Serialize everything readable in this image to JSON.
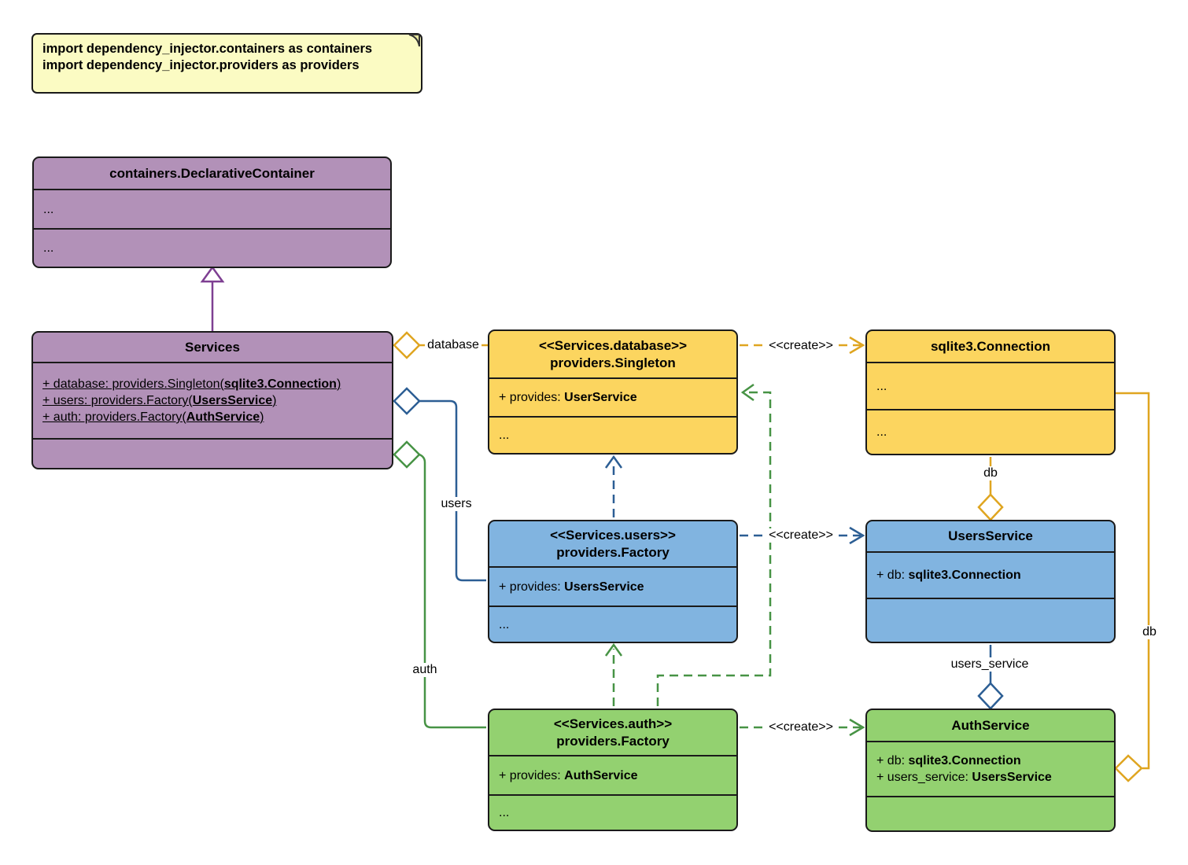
{
  "note": {
    "line1": "import dependency_injector.containers as containers",
    "line2": "import dependency_injector.providers as providers"
  },
  "classes": {
    "declarative_container": {
      "title": "containers.DeclarativeContainer",
      "sections": [
        "...",
        "..."
      ]
    },
    "services": {
      "title": "Services",
      "attributes": [
        {
          "prefix": "+ database: providers.Singleton(",
          "bold": "sqlite3.Connection",
          "suffix": ")"
        },
        {
          "prefix": "+ users: providers.Factory(",
          "bold": "UsersService",
          "suffix": ")"
        },
        {
          "prefix": "+ auth: providers.Factory(",
          "bold": "AuthService",
          "suffix": ")"
        }
      ]
    },
    "database_singleton": {
      "stereotype": "<<Services.database>>",
      "title": "providers.Singleton",
      "attr_prefix": "+ provides: ",
      "attr_bold": "UserService",
      "more": "..."
    },
    "sqlite_connection": {
      "title": "sqlite3.Connection",
      "sections": [
        "...",
        "..."
      ]
    },
    "users_factory": {
      "stereotype": "<<Services.users>>",
      "title": "providers.Factory",
      "attr_prefix": "+ provides: ",
      "attr_bold": "UsersService",
      "more": "..."
    },
    "users_service": {
      "title": "UsersService",
      "attr_prefix": "+ db: ",
      "attr_bold": "sqlite3.Connection"
    },
    "auth_factory": {
      "stereotype": "<<Services.auth>>",
      "title": "providers.Factory",
      "attr_prefix": "+ provides: ",
      "attr_bold": "AuthService",
      "more": "..."
    },
    "auth_service": {
      "title": "AuthService",
      "attributes": [
        {
          "prefix": "+ db: ",
          "bold": "sqlite3.Connection"
        },
        {
          "prefix": "+ users_service: ",
          "bold": "UsersService"
        }
      ]
    }
  },
  "labels": {
    "database": "database",
    "users": "users",
    "auth": "auth",
    "db_top": "db",
    "db_right": "db",
    "users_service": "users_service",
    "create_database": "<<create>>",
    "create_users": "<<create>>",
    "create_auth": "<<create>>"
  },
  "colors": {
    "purple_fill": "#B291B8",
    "purple_line": "#7E3F92",
    "gold_fill": "#FCD55F",
    "gold_line": "#DFA520",
    "blue_fill": "#81B4E0",
    "blue_line": "#2C5E94",
    "green_fill": "#93D170",
    "green_line": "#479345",
    "note_fill": "#FBFBC3",
    "border": "#1A1A1A"
  }
}
